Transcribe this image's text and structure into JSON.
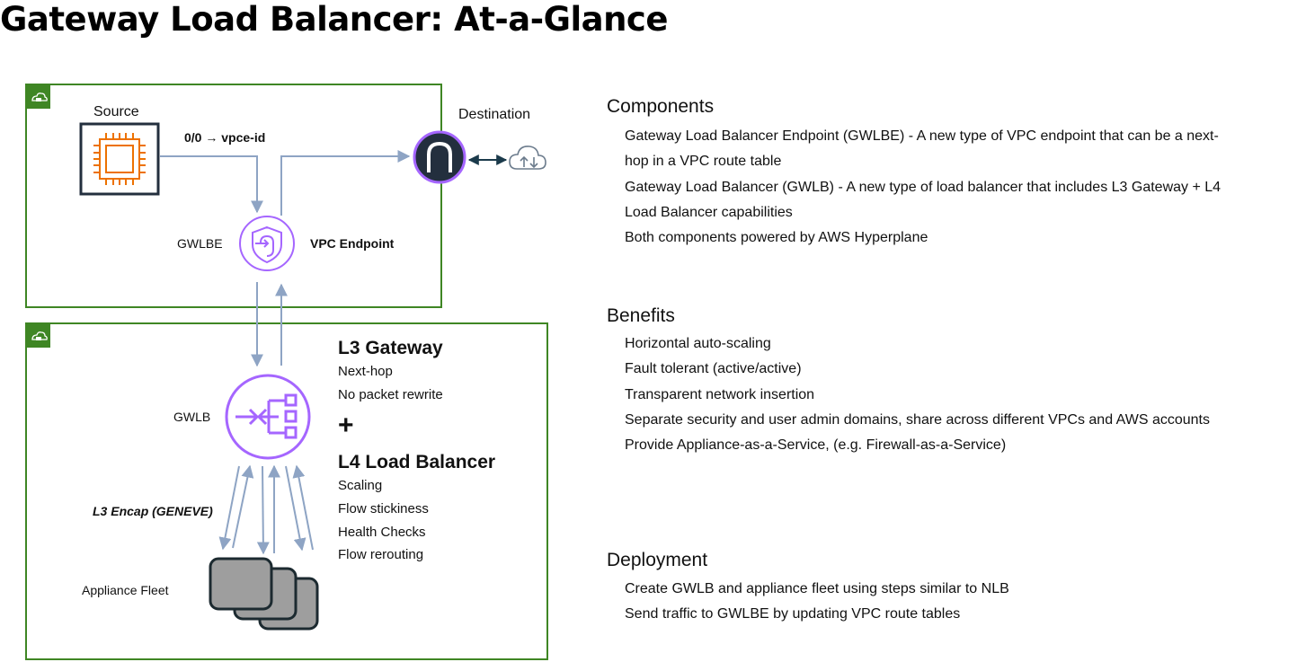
{
  "title": "Gateway Load Balancer: At-a-Glance",
  "colors": {
    "vpc_border": "#3f8624",
    "arrow": "#8ea4c4",
    "purple": "#a566ff",
    "chip": "#ed7100",
    "endpoint_dark": "#232f3e",
    "fleet_gray": "#9e9e9e"
  },
  "diagram": {
    "top_vpc": {
      "source_label": "Source",
      "route_label": "0/0 → vpce-id",
      "destination_label": "Destination",
      "gwlbe_label": "GWLBE",
      "vpc_endpoint_label": "VPC Endpoint"
    },
    "bottom_vpc": {
      "gwlb_label": "GWLB",
      "encap_label": "L3 Encap (GENEVE)",
      "appliance_label": "Appliance Fleet",
      "l3_heading": "L3 Gateway",
      "l3_items": [
        "Next-hop",
        "No packet rewrite"
      ],
      "plus": "+",
      "l4_heading": "L4 Load Balancer",
      "l4_items": [
        "Scaling",
        "Flow stickiness",
        "Health Checks",
        "Flow rerouting"
      ]
    },
    "icons": [
      "vpc-lock-icon",
      "chip-icon",
      "vpc-endpoint-icon",
      "cloud-icon",
      "gwlbe-shield-icon",
      "gwlb-icon",
      "appliance-stack-icon"
    ]
  },
  "sections": [
    {
      "title": "Components",
      "items": [
        "Gateway Load Balancer Endpoint (GWLBE) - A new type of VPC endpoint that can be a next-hop in a VPC route table",
        "Gateway Load Balancer (GWLB) - A new type of load balancer that includes L3 Gateway + L4 Load Balancer capabilities",
        "Both components powered by AWS Hyperplane"
      ]
    },
    {
      "title": "Benefits",
      "items": [
        "Horizontal auto-scaling",
        "Fault tolerant (active/active)",
        "Transparent network insertion",
        "Separate security and user admin domains, share across different VPCs and AWS accounts",
        "Provide Appliance-as-a-Service, (e.g. Firewall-as-a-Service)"
      ]
    },
    {
      "title": "Deployment",
      "items": [
        "Create GWLB and appliance fleet using steps similar to NLB",
        "Send traffic to GWLBE by updating VPC route tables"
      ]
    }
  ]
}
